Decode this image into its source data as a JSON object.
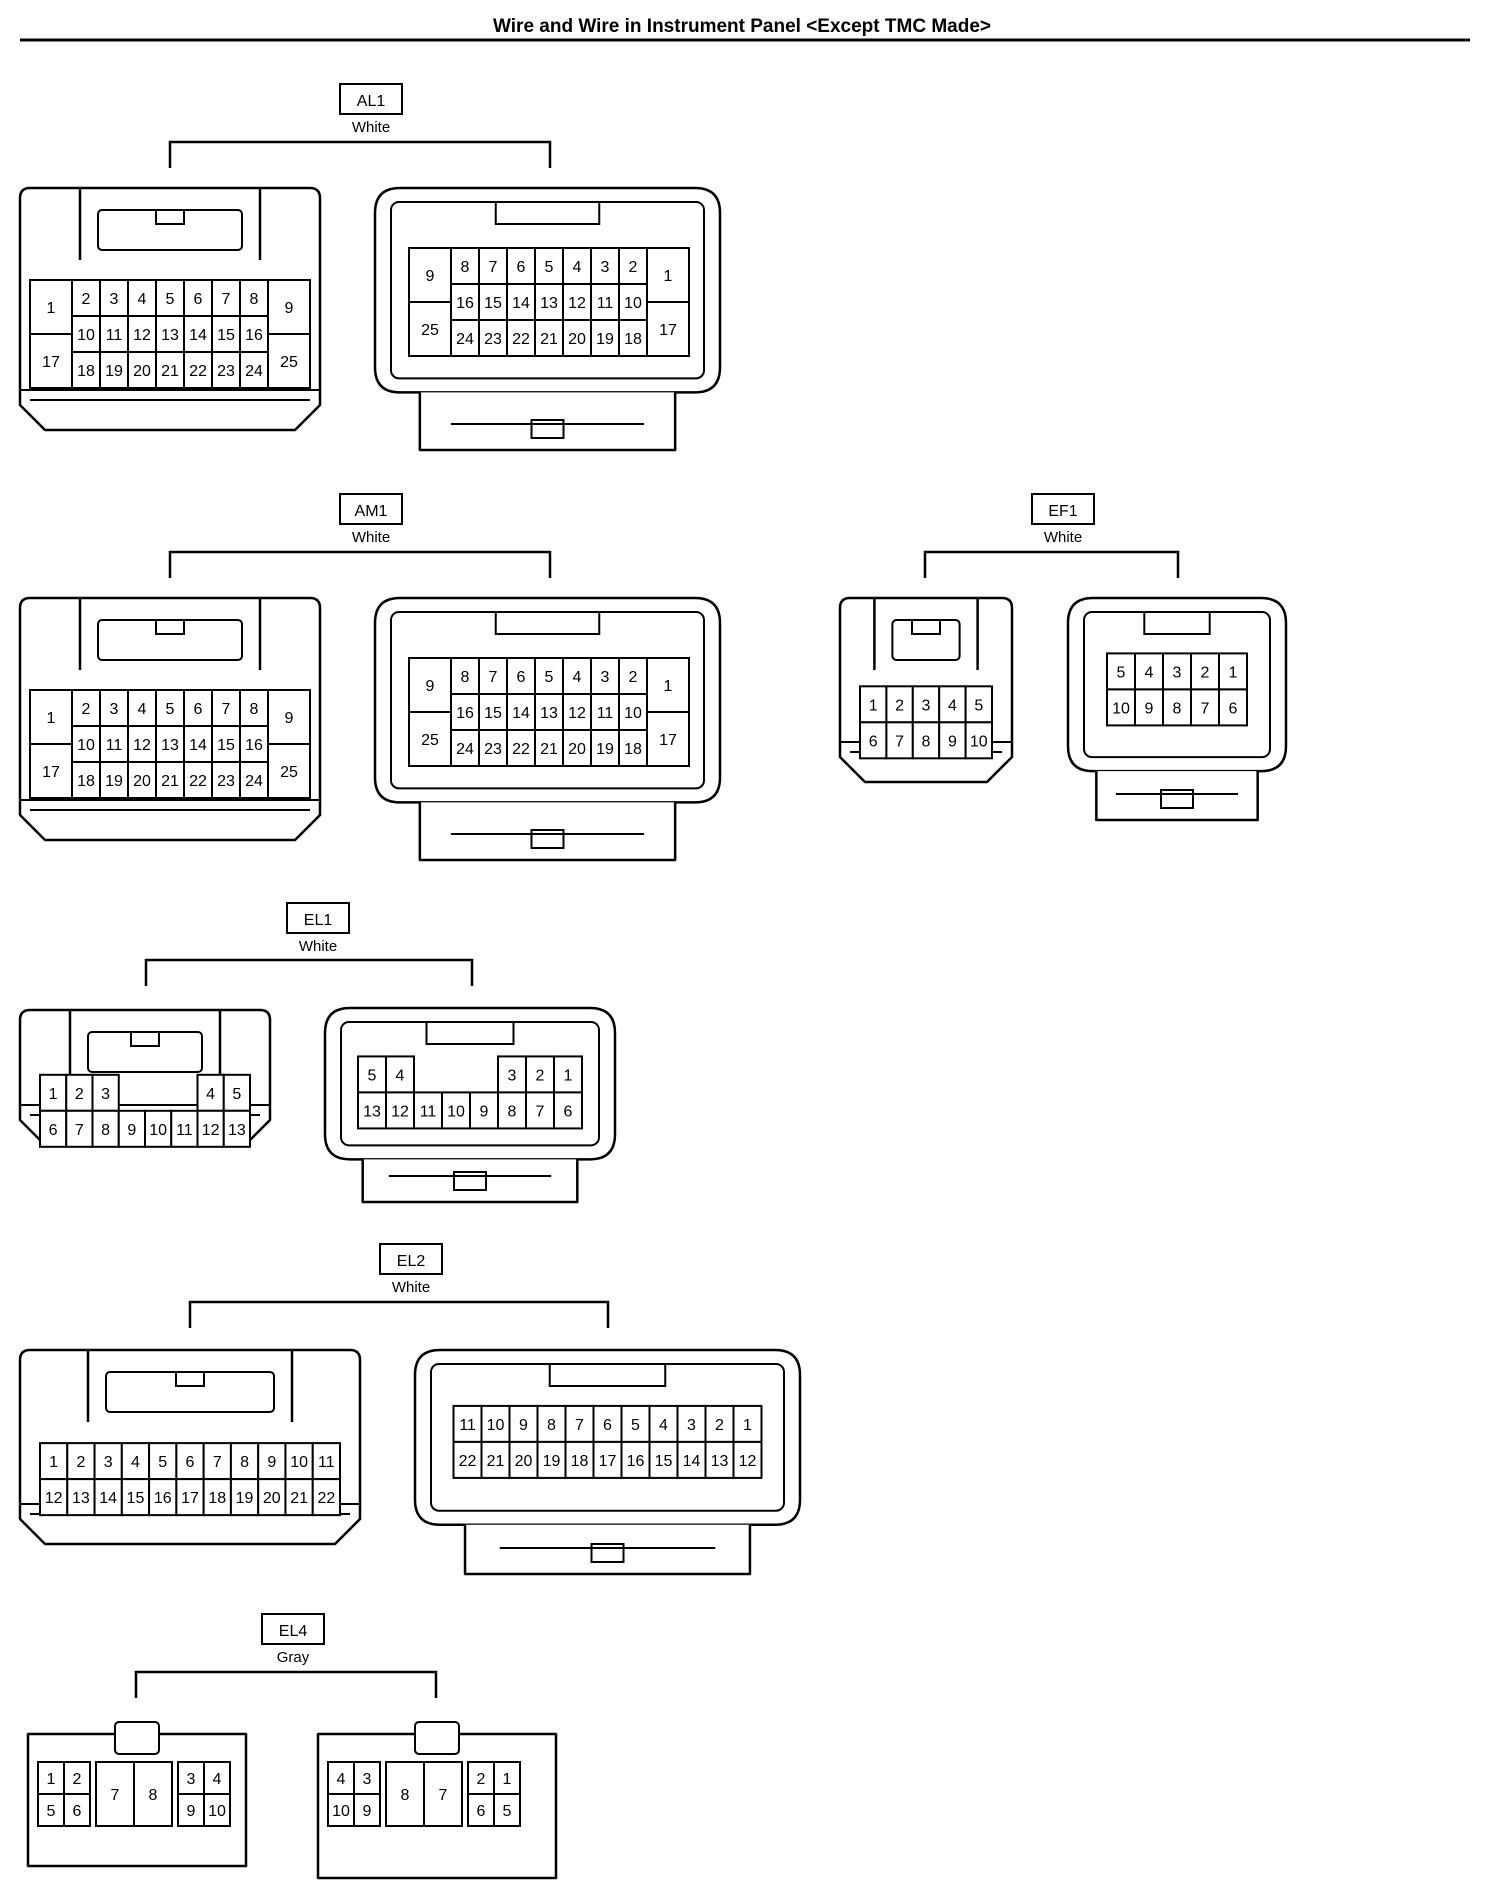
{
  "title": "Wire and Wire in Instrument Panel <Except TMC Made>",
  "connectors": [
    {
      "id": "al1",
      "code": "AL1",
      "color": "White",
      "left": {
        "style": "latch",
        "grid": [
          [
            "2",
            "3",
            "4",
            "5",
            "6",
            "7",
            "8"
          ],
          [
            "10",
            "11",
            "12",
            "13",
            "14",
            "15",
            "16"
          ],
          [
            "18",
            "19",
            "20",
            "21",
            "22",
            "23",
            "24"
          ]
        ],
        "side_left": [
          "1",
          "17"
        ],
        "side_right": [
          "9",
          "25"
        ]
      },
      "right": {
        "style": "clip",
        "grid": [
          [
            "8",
            "7",
            "6",
            "5",
            "4",
            "3",
            "2"
          ],
          [
            "16",
            "15",
            "14",
            "13",
            "12",
            "11",
            "10"
          ],
          [
            "24",
            "23",
            "22",
            "21",
            "20",
            "19",
            "18"
          ]
        ],
        "side_left": [
          "9",
          "25"
        ],
        "side_right": [
          "1",
          "17"
        ]
      }
    },
    {
      "id": "am1",
      "code": "AM1",
      "color": "White",
      "left": {
        "style": "latch",
        "grid": [
          [
            "2",
            "3",
            "4",
            "5",
            "6",
            "7",
            "8"
          ],
          [
            "10",
            "11",
            "12",
            "13",
            "14",
            "15",
            "16"
          ],
          [
            "18",
            "19",
            "20",
            "21",
            "22",
            "23",
            "24"
          ]
        ],
        "side_left": [
          "1",
          "17"
        ],
        "side_right": [
          "9",
          "25"
        ]
      },
      "right": {
        "style": "clip",
        "grid": [
          [
            "8",
            "7",
            "6",
            "5",
            "4",
            "3",
            "2"
          ],
          [
            "16",
            "15",
            "14",
            "13",
            "12",
            "11",
            "10"
          ],
          [
            "24",
            "23",
            "22",
            "21",
            "20",
            "19",
            "18"
          ]
        ],
        "side_left": [
          "9",
          "25"
        ],
        "side_right": [
          "1",
          "17"
        ]
      }
    },
    {
      "id": "ef1",
      "code": "EF1",
      "color": "White",
      "left": {
        "style": "latch",
        "grid": [
          [
            "1",
            "2",
            "3",
            "4",
            "5"
          ],
          [
            "6",
            "7",
            "8",
            "9",
            "10"
          ]
        ]
      },
      "right": {
        "style": "clip",
        "grid": [
          [
            "5",
            "4",
            "3",
            "2",
            "1"
          ],
          [
            "10",
            "9",
            "8",
            "7",
            "6"
          ]
        ]
      }
    },
    {
      "id": "el1",
      "code": "EL1",
      "color": "White",
      "left": {
        "style": "latch",
        "grid": [
          [
            "1",
            "2",
            "3",
            "",
            "",
            "",
            "4",
            "5"
          ],
          [
            "6",
            "7",
            "8",
            "9",
            "10",
            "11",
            "12",
            "13"
          ]
        ]
      },
      "right": {
        "style": "clip",
        "grid": [
          [
            "5",
            "4",
            "",
            "",
            "",
            "3",
            "2",
            "1"
          ],
          [
            "13",
            "12",
            "11",
            "10",
            "9",
            "8",
            "7",
            "6"
          ]
        ]
      }
    },
    {
      "id": "el2",
      "code": "EL2",
      "color": "White",
      "left": {
        "style": "latch",
        "grid": [
          [
            "1",
            "2",
            "3",
            "4",
            "5",
            "6",
            "7",
            "8",
            "9",
            "10",
            "11"
          ],
          [
            "12",
            "13",
            "14",
            "15",
            "16",
            "17",
            "18",
            "19",
            "20",
            "21",
            "22"
          ]
        ]
      },
      "right": {
        "style": "clip",
        "grid": [
          [
            "11",
            "10",
            "9",
            "8",
            "7",
            "6",
            "5",
            "4",
            "3",
            "2",
            "1"
          ],
          [
            "22",
            "21",
            "20",
            "19",
            "18",
            "17",
            "16",
            "15",
            "14",
            "13",
            "12"
          ]
        ]
      }
    },
    {
      "id": "el4",
      "code": "EL4",
      "color": "Gray",
      "left": {
        "style": "latch",
        "small": [
          [
            "1",
            "2"
          ],
          [
            "5",
            "6"
          ]
        ],
        "big": [
          "7",
          "8"
        ],
        "small2": [
          [
            "3",
            "4"
          ],
          [
            "9",
            "10"
          ]
        ]
      },
      "right": {
        "style": "clip",
        "small": [
          [
            "4",
            "3"
          ],
          [
            "10",
            "9"
          ]
        ],
        "big": [
          "8",
          "7"
        ],
        "small2": [
          [
            "2",
            "1"
          ],
          [
            "6",
            "5"
          ]
        ]
      }
    }
  ]
}
